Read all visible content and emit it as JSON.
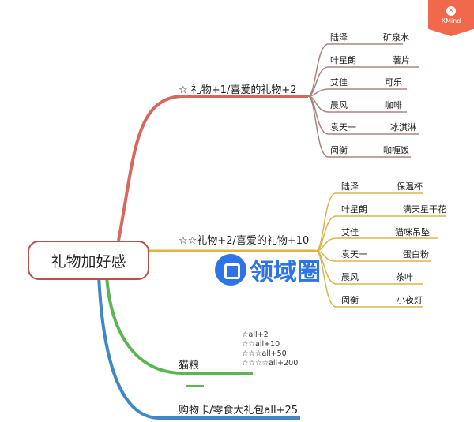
{
  "badge": {
    "label": "XMind"
  },
  "center": {
    "label": "礼物加好感"
  },
  "branches": [
    {
      "label": "☆ 礼物+1/喜爱的礼物+2",
      "color": "#d9675d",
      "items": [
        [
          "陆泽",
          "矿泉水"
        ],
        [
          "叶星朗",
          "薯片"
        ],
        [
          "艾佳",
          "可乐"
        ],
        [
          "晨风",
          "咖啡"
        ],
        [
          "袁天一",
          "冰淇淋"
        ],
        [
          "闵衡",
          "咖喱饭"
        ]
      ]
    },
    {
      "label": "☆☆礼物+2/喜爱的礼物+10",
      "color": "#e0b43c",
      "items": [
        [
          "陆泽",
          "保温杯"
        ],
        [
          "叶星朗",
          "满天星干花"
        ],
        [
          "艾佳",
          "猫咪吊坠"
        ],
        [
          "袁天一",
          "蛋白粉"
        ],
        [
          "晨风",
          "茶叶"
        ],
        [
          "闵衡",
          "小夜灯"
        ]
      ]
    },
    {
      "label": "猫粮",
      "color": "#5bb552",
      "notes": [
        "☆all+2",
        "☆☆all+10",
        "☆☆☆all+50",
        "☆☆☆☆all+200"
      ]
    },
    {
      "label": "购物卡/零食大礼包all+25",
      "color": "#3f88c5"
    }
  ],
  "watermark": {
    "text": "领域圈"
  }
}
